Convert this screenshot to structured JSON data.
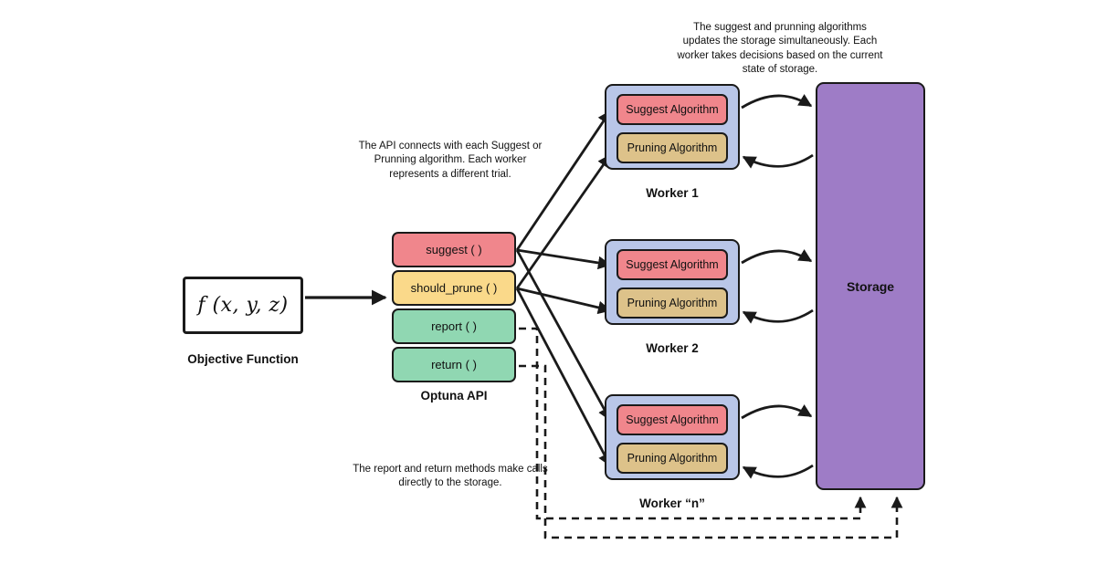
{
  "diagram": {
    "title": "Optuna distributed optimization architecture",
    "colors": {
      "suggest_red": "#f0868c",
      "prune_yellow": "#fad98a",
      "report_green": "#90d7b2",
      "worker_blue": "#b9c6e8",
      "pruning_tan": "#ddc28a",
      "storage_purple": "#9e7cc6",
      "stroke": "#1a1a1a",
      "background": "#ffffff"
    }
  },
  "objective": {
    "formula": "f (x, y, z)",
    "label": "Objective Function"
  },
  "api": {
    "label": "Optuna API",
    "methods": [
      {
        "name": "suggest ( )",
        "color": "#f0868c"
      },
      {
        "name": "should_prune ( )",
        "color": "#fad98a"
      },
      {
        "name": "report ( )",
        "color": "#90d7b2"
      },
      {
        "name": "return ( )",
        "color": "#90d7b2"
      }
    ]
  },
  "workers": [
    {
      "label": "Worker 1",
      "suggest": "Suggest Algorithm",
      "pruning": "Pruning Algorithm"
    },
    {
      "label": "Worker 2",
      "suggest": "Suggest Algorithm",
      "pruning": "Pruning Algorithm"
    },
    {
      "label": "Worker “n”",
      "suggest": "Suggest Algorithm",
      "pruning": "Pruning Algorithm"
    }
  ],
  "storage": {
    "label": "Storage"
  },
  "annotations": {
    "storage_note": "The suggest and prunning algorithms updates the storage simultaneously. Each worker takes decisions based on the current state of storage.",
    "api_note": "The API connects with each Suggest or Prunning algorithm. Each worker represents a different trial.",
    "report_note": "The report and return methods make calls directly to the storage."
  }
}
